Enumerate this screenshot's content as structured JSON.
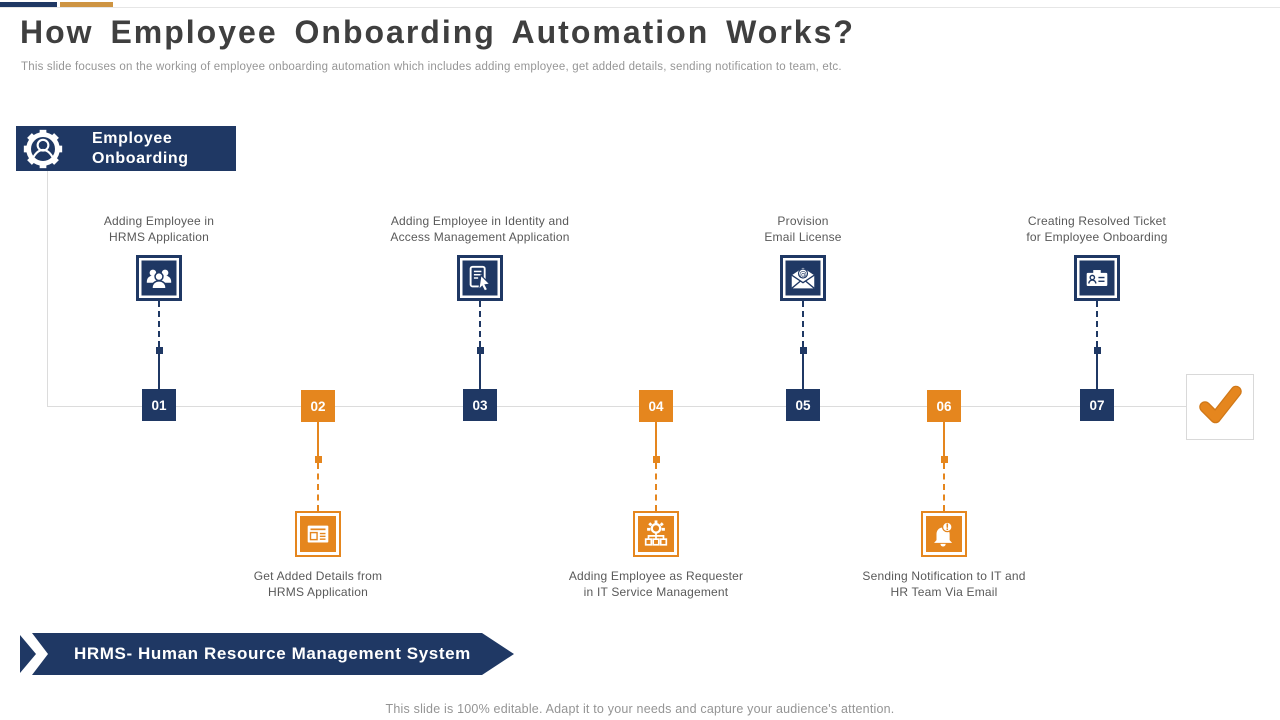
{
  "slide": {
    "title": "How Employee Onboarding Automation Works?",
    "subtitle": "This slide focuses on the working of employee onboarding automation which includes adding employee, get added details, sending notification to team, etc.",
    "footer": "This slide is 100% editable. Adapt it to your needs and capture your audience's attention."
  },
  "colors": {
    "navy": "#1F3864",
    "orange": "#E5861E",
    "gold_bar": "#CE9442",
    "connector_gray": "#DCDCDC",
    "label_gray": "#595959",
    "muted_gray": "#969696"
  },
  "badge": {
    "icon": "gear-person-icon",
    "label": "Employee\nOnboarding"
  },
  "timeline": {
    "steps": [
      {
        "number": "01",
        "position": "top",
        "color": "navy",
        "icon": "team-icon",
        "label": "Adding Employee in\nHRMS Application"
      },
      {
        "number": "02",
        "position": "bottom",
        "color": "orange",
        "icon": "document-icon",
        "label": "Get Added Details from\nHRMS Application"
      },
      {
        "number": "03",
        "position": "top",
        "color": "navy",
        "icon": "touch-screen-icon",
        "label": "Adding Employee in Identity and\nAccess Management Application"
      },
      {
        "number": "04",
        "position": "bottom",
        "color": "orange",
        "icon": "org-gear-icon",
        "label": "Adding Employee as Requester\nin IT Service Management"
      },
      {
        "number": "05",
        "position": "top",
        "color": "navy",
        "icon": "email-at-icon",
        "label": "Provision\nEmail License"
      },
      {
        "number": "06",
        "position": "bottom",
        "color": "orange",
        "icon": "bell-alert-icon",
        "label": "Sending Notification to IT and\nHR Team Via Email"
      },
      {
        "number": "07",
        "position": "top",
        "color": "navy",
        "icon": "id-card-icon",
        "label": "Creating Resolved Ticket\nfor Employee Onboarding"
      }
    ],
    "end_icon": "check-icon"
  },
  "banner": {
    "label": "HRMS- Human Resource Management System"
  }
}
